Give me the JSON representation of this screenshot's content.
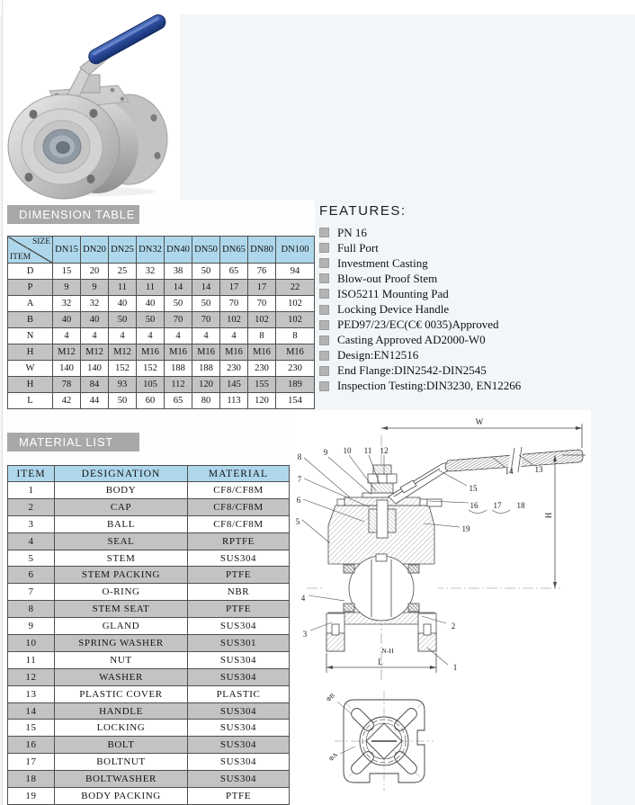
{
  "photo": {
    "subject": "stainless steel 1-piece wafer flange ball valve with blue locking lever handle",
    "handle_color": "#2b4d9d",
    "steel_color": "#c9c9c9"
  },
  "dimension_section": {
    "title": "DIMENSION TABLE",
    "table": {
      "corner_top": "SIZE",
      "corner_bottom": "ITEM",
      "columns": [
        "DN15",
        "DN20",
        "DN25",
        "DN32",
        "DN40",
        "DN50",
        "DN65",
        "DN80",
        "DN100"
      ],
      "rows": [
        {
          "item": "D",
          "values": [
            "15",
            "20",
            "25",
            "32",
            "38",
            "50",
            "65",
            "76",
            "94"
          ]
        },
        {
          "item": "P",
          "values": [
            "9",
            "9",
            "11",
            "11",
            "14",
            "14",
            "17",
            "17",
            "22"
          ]
        },
        {
          "item": "A",
          "values": [
            "32",
            "32",
            "40",
            "40",
            "50",
            "50",
            "70",
            "70",
            "102"
          ]
        },
        {
          "item": "B",
          "values": [
            "40",
            "40",
            "50",
            "50",
            "70",
            "70",
            "102",
            "102",
            "102"
          ]
        },
        {
          "item": "N",
          "values": [
            "4",
            "4",
            "4",
            "4",
            "4",
            "4",
            "4",
            "8",
            "8"
          ]
        },
        {
          "item": "H",
          "values": [
            "M12",
            "M12",
            "M12",
            "M16",
            "M16",
            "M16",
            "M16",
            "M16",
            "M16"
          ]
        },
        {
          "item": "W",
          "values": [
            "140",
            "140",
            "152",
            "152",
            "188",
            "188",
            "230",
            "230",
            "230"
          ]
        },
        {
          "item": "H",
          "values": [
            "78",
            "84",
            "93",
            "105",
            "112",
            "120",
            "145",
            "155",
            "189"
          ]
        },
        {
          "item": "L",
          "values": [
            "42",
            "44",
            "50",
            "60",
            "65",
            "80",
            "113",
            "120",
            "154"
          ]
        }
      ]
    }
  },
  "features": {
    "title": "FEATURES:",
    "items": [
      "PN 16",
      "Full Port",
      "Investment Casting",
      "Blow-out Proof Stem",
      "ISO5211 Mounting Pad",
      "Locking Device Handle",
      "PED97/23/EC(C€ 0035)Approved",
      "Casting Approved AD2000-W0",
      "Design:EN12516",
      "End Flange:DIN2542-DIN2545",
      "Inspection Testing:DIN3230, EN12266"
    ]
  },
  "material_section": {
    "title": "MATERIAL LIST",
    "table": {
      "headers": [
        "ITEM",
        "DESIGNATION",
        "MATERIAL"
      ],
      "rows": [
        [
          "1",
          "BODY",
          "CF8/CF8M"
        ],
        [
          "2",
          "CAP",
          "CF8/CF8M"
        ],
        [
          "3",
          "BALL",
          "CF8/CF8M"
        ],
        [
          "4",
          "SEAL",
          "RPTFE"
        ],
        [
          "5",
          "STEM",
          "SUS304"
        ],
        [
          "6",
          "STEM PACKING",
          "PTFE"
        ],
        [
          "7",
          "O-RING",
          "NBR"
        ],
        [
          "8",
          "STEM SEAT",
          "PTFE"
        ],
        [
          "9",
          "GLAND",
          "SUS304"
        ],
        [
          "10",
          "SPRING WASHER",
          "SUS301"
        ],
        [
          "11",
          "NUT",
          "SUS304"
        ],
        [
          "12",
          "WASHER",
          "SUS304"
        ],
        [
          "13",
          "PLASTIC COVER",
          "PLASTIC"
        ],
        [
          "14",
          "HANDLE",
          "SUS304"
        ],
        [
          "15",
          "LOCKING",
          "SUS304"
        ],
        [
          "16",
          "BOLT",
          "SUS304"
        ],
        [
          "17",
          "BOLTNUT",
          "SUS304"
        ],
        [
          "18",
          "BOLTWASHER",
          "SUS304"
        ],
        [
          "19",
          "BODY PACKING",
          "PTFE"
        ]
      ]
    }
  },
  "drawing": {
    "callouts": [
      "1",
      "2",
      "3",
      "4",
      "5",
      "6",
      "7",
      "8",
      "9",
      "10",
      "11",
      "12",
      "13",
      "14",
      "15",
      "16",
      "17",
      "18",
      "19"
    ],
    "dim_width": "W",
    "dim_height": "H",
    "dim_length": "L",
    "flange_holes": "N-H",
    "pad_hole_dia": "ΦB",
    "pad_circle_dia": "ΦA"
  }
}
